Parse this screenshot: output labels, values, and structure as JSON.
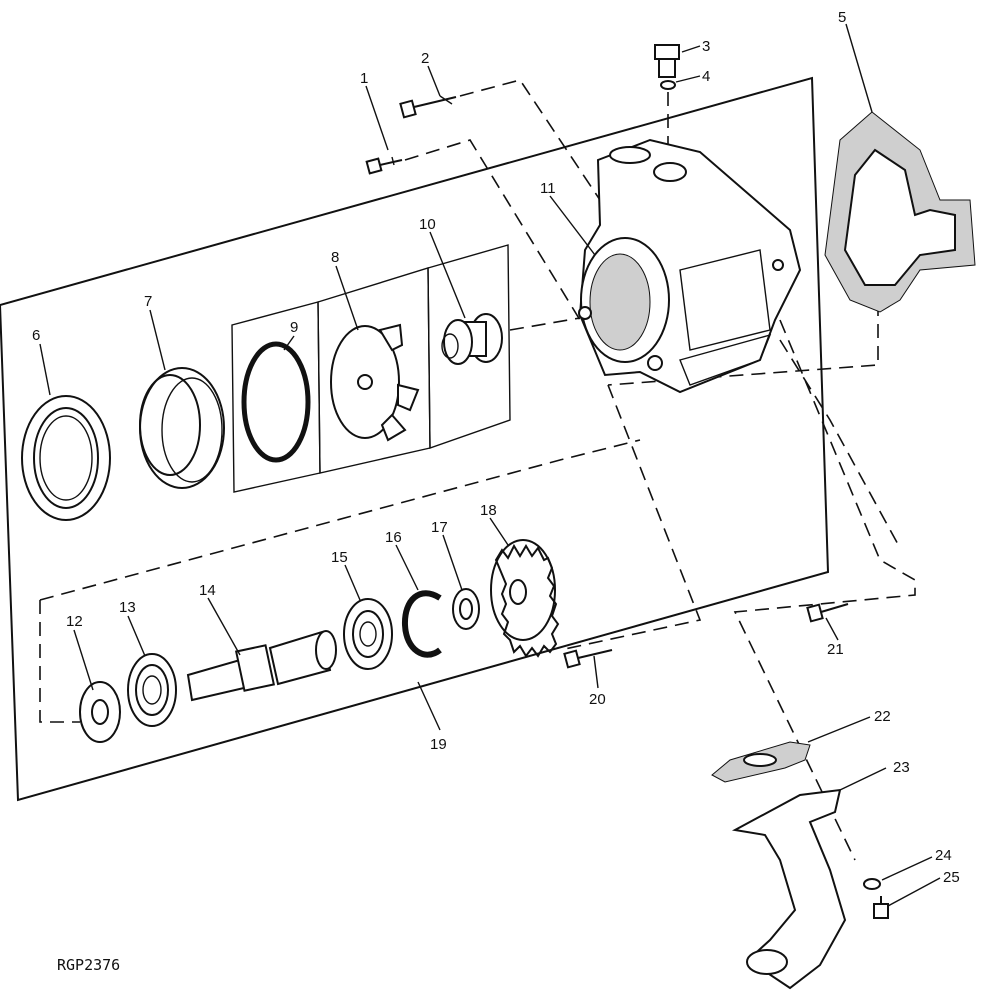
{
  "diagram": {
    "reference_code": "RGP2376",
    "callouts": {
      "c1": "1",
      "c2": "2",
      "c3": "3",
      "c4": "4",
      "c5": "5",
      "c6": "6",
      "c7": "7",
      "c8": "8",
      "c9": "9",
      "c10": "10",
      "c11": "11",
      "c12": "12",
      "c13": "13",
      "c14": "14",
      "c15": "15",
      "c16": "16",
      "c17": "17",
      "c18": "18",
      "c19": "19",
      "c20": "20",
      "c21": "21",
      "c22": "22",
      "c23": "23",
      "c24": "24",
      "c25": "25"
    }
  }
}
